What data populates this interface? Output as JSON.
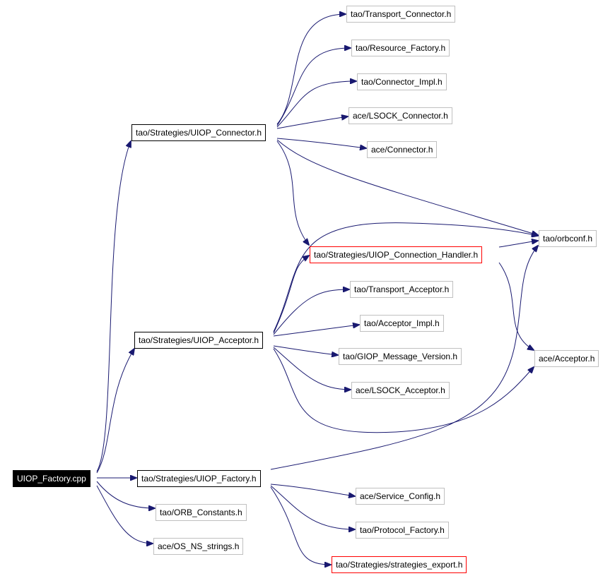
{
  "graph": {
    "edge_color": "#191970",
    "node_border_colors": {
      "main": "#000000",
      "external": "#c0c0c0",
      "highlight": "#ff0000"
    },
    "nodes": {
      "uiop_factory_cpp": "UIOP_Factory.cpp",
      "uiop_connector_h": "tao/Strategies/UIOP_Connector.h",
      "uiop_acceptor_h": "tao/Strategies/UIOP_Acceptor.h",
      "uiop_factory_h": "tao/Strategies/UIOP_Factory.h",
      "orb_constants_h": "tao/ORB_Constants.h",
      "os_ns_strings_h": "ace/OS_NS_strings.h",
      "transport_connector_h": "tao/Transport_Connector.h",
      "resource_factory_h": "tao/Resource_Factory.h",
      "connector_impl_h": "tao/Connector_Impl.h",
      "lsock_connector_h": "ace/LSOCK_Connector.h",
      "ace_connector_h": "ace/Connector.h",
      "orbconf_h": "tao/orbconf.h",
      "uiop_connection_handler_h": "tao/Strategies/UIOP_Connection_Handler.h",
      "transport_acceptor_h": "tao/Transport_Acceptor.h",
      "acceptor_impl_h": "tao/Acceptor_Impl.h",
      "giop_message_version_h": "tao/GIOP_Message_Version.h",
      "lsock_acceptor_h": "ace/LSOCK_Acceptor.h",
      "ace_acceptor_h": "ace/Acceptor.h",
      "service_config_h": "ace/Service_Config.h",
      "protocol_factory_h": "tao/Protocol_Factory.h",
      "strategies_export_h": "tao/Strategies/strategies_export.h"
    }
  }
}
